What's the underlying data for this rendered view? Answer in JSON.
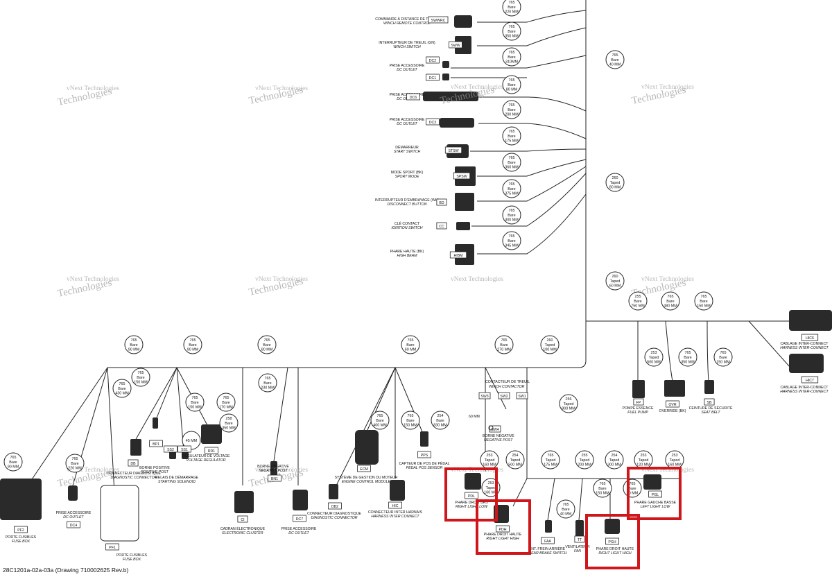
{
  "footer": "28C1201a-02a-03a (Drawing 710002625 Rev.b)",
  "watermark": [
    "vNext Technologies",
    "Technologies"
  ],
  "top_bubbles": [
    {
      "l1": "765",
      "l2": "Bare",
      "l3": "220 MM"
    },
    {
      "l1": "765",
      "l2": "Bare",
      "l3": "350 MM"
    },
    {
      "l1": "765",
      "l2": "Bare",
      "l3": "310MM"
    },
    {
      "l1": "765",
      "l2": "Bare",
      "l3": "80 MM"
    },
    {
      "l1": "765",
      "l2": "Bare",
      "l3": "200 MM"
    },
    {
      "l1": "765",
      "l2": "Bare",
      "l3": "175 MM"
    },
    {
      "l1": "765",
      "l2": "Bare",
      "l3": "360 MM"
    },
    {
      "l1": "765",
      "l2": "Bare",
      "l3": "375 MM"
    },
    {
      "l1": "765",
      "l2": "Bare",
      "l3": "300 MM"
    },
    {
      "l1": "765",
      "l2": "Bare",
      "l3": "345 MM"
    }
  ],
  "trunk_bubbles": [
    {
      "l1": "765",
      "l2": "Bare",
      "l3": "40 MM"
    },
    {
      "l1": "260",
      "l2": "Taped",
      "l3": "80 MM"
    },
    {
      "l1": "260",
      "l2": "Taped",
      "l3": "60 MM"
    }
  ],
  "top_labels": [
    {
      "fr": "COMMANDE À DISTANCE DE TREUIL",
      "en": "WINCH REMOTE CONTROL",
      "code": "SWWRC"
    },
    {
      "fr": "INTERRUPTEUR DE TREUIL (GN)",
      "en": "WINCH SWITCH",
      "code": "SWW"
    },
    {
      "fr": "PRISE ACCESSOIRE",
      "en": "DC OUTLET",
      "code": "DC2"
    },
    {
      "fr": "",
      "en": "",
      "code": "DC1"
    },
    {
      "fr": "PRISE ACCESSOIRE",
      "en": "DC OUTLET",
      "code": "DC6"
    },
    {
      "fr": "PRISE ACCESSOIRE",
      "en": "DC OUTLET",
      "code": "DC3"
    },
    {
      "fr": "DÉMARREUR",
      "en": "START SWITCH",
      "code": "STSW"
    },
    {
      "fr": "MODE SPORT (BK)",
      "en": "SPORT MODE",
      "code": "SPSW"
    },
    {
      "fr": "INTERRUPTEUR D'EMBRAYAGE (WH)",
      "en": "DISCONNECT BUTTON",
      "code": "BD"
    },
    {
      "fr": "CLÉ CONTACT",
      "en": "IGNITION SWITCH",
      "code": "CC"
    },
    {
      "fr": "PHARE HAUTE (BK)",
      "en": "HIGH BEAM",
      "code": "HIBM"
    }
  ],
  "right_bubbles": [
    {
      "l1": "255",
      "l2": "Bare",
      "l3": "750 MM"
    },
    {
      "l1": "765",
      "l2": "Bare",
      "l3": "480 MM"
    },
    {
      "l1": "765",
      "l2": "Bare",
      "l3": "150 MM"
    },
    {
      "l1": "253",
      "l2": "Taped",
      "l3": "500 MM"
    },
    {
      "l1": "765",
      "l2": "Bare",
      "l3": "350 MM"
    },
    {
      "l1": "765",
      "l2": "Bare",
      "l3": "150 MM"
    }
  ],
  "right_labels": [
    {
      "fr": "CABLAGE INTER-CONNECT",
      "en": "HARNESS INTER-CONNECT",
      "code": "HIC6"
    },
    {
      "fr": "CABLAGE INTER-CONNECT",
      "en": "HARNESS INTER-CONNECT",
      "code": "HIC7"
    },
    {
      "fr": "POMPE ESSENCE",
      "en": "FUEL PUMP",
      "code": "FP"
    },
    {
      "fr": "OVERRIDE (BK)",
      "en": "",
      "code": "OVR"
    },
    {
      "fr": "CEINTURE DE SÉCURITÉ",
      "en": "SEAT BELT",
      "code": "SB"
    }
  ],
  "bus_bubbles": [
    {
      "l1": "765",
      "l2": "Bare",
      "l3": "90 MM"
    },
    {
      "l1": "765",
      "l2": "Bare",
      "l3": "90 MM"
    },
    {
      "l1": "765",
      "l2": "Bare",
      "l3": "80 MM"
    },
    {
      "l1": "765",
      "l2": "Bare",
      "l3": "60 MM"
    },
    {
      "l1": "765",
      "l2": "Bare",
      "l3": "270 MM"
    },
    {
      "l1": "260",
      "l2": "Taped",
      "l3": "100 MM"
    }
  ],
  "left_bubbles": [
    {
      "l1": "765",
      "l2": "Bare",
      "l3": "150 MM"
    },
    {
      "l1": "765",
      "l2": "Bare",
      "l3": "430 MM"
    },
    {
      "l1": "765",
      "l2": "Bare",
      "l3": "150 MM"
    },
    {
      "l1": "765",
      "l2": "Bare",
      "l3": "170 MM"
    },
    {
      "l1": "258",
      "l2": "Bare",
      "l3": "350 MM"
    },
    {
      "l1": "45 MM",
      "l2": "",
      "l3": ""
    },
    {
      "l1": "765",
      "l2": "Bare",
      "l3": "230 MM"
    },
    {
      "l1": "765",
      "l2": "Bare",
      "l3": "90 MM"
    },
    {
      "l1": "765",
      "l2": "Bare",
      "l3": "220 MM"
    },
    {
      "l1": "765",
      "l2": "Bare",
      "l3": "400 MM"
    },
    {
      "l1": "765",
      "l2": "Bare",
      "l3": "150 MM"
    },
    {
      "l1": "254",
      "l2": "Bare",
      "l3": "830 MM"
    }
  ],
  "bottom_labels": [
    {
      "fr": "PORTE FUSIBLES",
      "en": "FUSE BOX",
      "code": "PF2"
    },
    {
      "fr": "PRISE ACCESSOIRE",
      "en": "DC OUTLET",
      "code": "DC4"
    },
    {
      "fr": "PORTE FUSIBLES",
      "en": "FUSE BOX",
      "code": "PF1"
    },
    {
      "fr": "CONNECTEUR DIAGNOSTIQUE",
      "en": "DIAGNOSTIC CONNECTOR",
      "code": "DB"
    },
    {
      "fr": "BORNE POSITIVE",
      "en": "POSITIVE POST",
      "code": "BP1"
    },
    {
      "fr": "RELAIS DE DÉMARRAGE",
      "en": "STARTING SOLENOID",
      "code": "SS2"
    },
    {
      "fr": "",
      "en": "",
      "code": "SS1"
    },
    {
      "fr": "RÉGULATEUR DE VOLTAGE",
      "en": "VOLTAGE REGULATOR",
      "code": "RD1"
    },
    {
      "fr": "CADRAN ÉLECTRONIQUE",
      "en": "ELECTRONIC CLUSTER",
      "code": "CI"
    },
    {
      "fr": "BORNE NÉGATIVE",
      "en": "NEGATIVE POST",
      "code": "BN1"
    },
    {
      "fr": "PRISE ACCESSOIRE",
      "en": "DC OUTLET",
      "code": "DC7"
    },
    {
      "fr": "CONNECTEUR DIAGNOSTIQUE",
      "en": "DIAGNOSTIC CONNECTOR",
      "code": "DB2"
    },
    {
      "fr": "SYSTÈME DE GESTION DU MOTEUR",
      "en": "ENGINE CONTROL MODULE",
      "code": "ECM"
    },
    {
      "fr": "CONNECTEUR INTER HARNAIS",
      "en": "HARNESS INTER CONNECT",
      "code": "HIC"
    },
    {
      "fr": "CAPTEUR DE POS DE PÉDAL",
      "en": "PEDAL POS SENSOR",
      "code": "PPS"
    }
  ],
  "contactor": {
    "title_fr": "CONTACTEUR DE TREUIL",
    "title_en": "WINCH CONTACTOR",
    "codes": [
      "SW3",
      "SW2",
      "SW1",
      "SW4"
    ],
    "neg_fr": "BORNE NÉGATIVE",
    "neg_en": "NEGATIVE POST",
    "len": "60 MM"
  },
  "lights_bubbles": [
    {
      "l1": "253",
      "l2": "Taped",
      "l3": "160 MM"
    },
    {
      "l1": "256",
      "l2": "Taped",
      "l3": "800 MM"
    },
    {
      "l1": "253",
      "l2": "Taped",
      "l3": "160 MM"
    },
    {
      "l1": "254",
      "l2": "Taped",
      "l3": "500 MM"
    },
    {
      "l1": "765",
      "l2": "Taped",
      "l3": "175 MM"
    },
    {
      "l1": "255",
      "l2": "Taped",
      "l3": "200 MM"
    },
    {
      "l1": "254",
      "l2": "Taped",
      "l3": "300 MM"
    },
    {
      "l1": "253",
      "l2": "Taped",
      "l3": "120 MM"
    },
    {
      "l1": "253",
      "l2": "Taped",
      "l3": "160 MM"
    },
    {
      "l1": "765",
      "l2": "Bare",
      "l3": "40 MM"
    },
    {
      "l1": "765",
      "l2": "Bare",
      "l3": "150 MM"
    },
    {
      "l1": "765",
      "l2": "Bare",
      "l3": "80 MM"
    }
  ],
  "lights_labels": [
    {
      "fr": "PHARE DROIT BAS",
      "en": "RIGHT LIGHT LOW",
      "code": "PDL"
    },
    {
      "fr": "PHARE DROIT HAUTE",
      "en": "RIGHT LIGHT HIGH",
      "code": "PDH"
    },
    {
      "fr": "INT. FREIN ARRIÈRE",
      "en": "REAR BRAKE SWITCH",
      "code": "FAA"
    },
    {
      "fr": "VENTILATEUR",
      "en": "FAN",
      "code": "TT"
    },
    {
      "fr": "PHARE DROIT HAUTE",
      "en": "RIGHT LIGHT HIGH",
      "code": "PGH"
    },
    {
      "fr": "PHARE GAUCHE BASSE",
      "en": "LEFT LIGHT LOW",
      "code": "PGL"
    }
  ]
}
